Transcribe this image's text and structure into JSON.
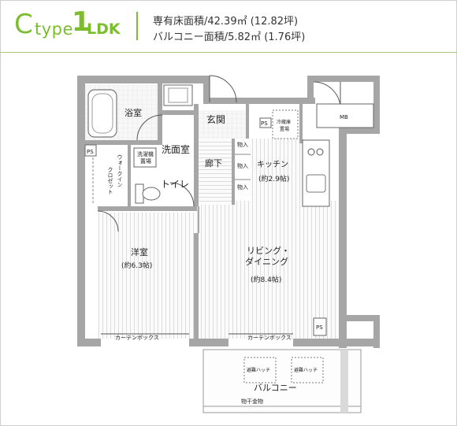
{
  "header": {
    "type_prefix": "C",
    "type_word": "type",
    "type_number": "1",
    "type_layout": "LDK",
    "area_private": "専有床面積/42.39㎡ (12.82坪)",
    "area_balcony": "バルコニー面積/5.82㎡ (1.76坪)"
  },
  "rooms": {
    "bath": "浴室",
    "washroom": "洗面室",
    "washer_place_1": "洗濯機",
    "washer_place_2": "置場",
    "toilet": "トイレ",
    "walk_in_closet": "ウォークイン",
    "closet": "クロゼット",
    "entrance": "玄関",
    "hallway": "廊下",
    "storage_1": "物入",
    "storage_2": "物入",
    "storage_3": "物入",
    "kitchen": "キッチン",
    "kitchen_size": "(約2.9帖)",
    "western_room": "洋室",
    "western_room_size": "(約6.3帖)",
    "living_dining_1": "リビング・",
    "living_dining_2": "ダイニング",
    "living_dining_size": "(約8.4帖)",
    "balcony": "バルコニー",
    "shoe_box_1": "冷蔵庫",
    "shoe_box_2": "置場"
  },
  "labels": {
    "ps_1": "PS",
    "ps_2": "PS",
    "ps_3": "PS",
    "mb": "MB",
    "curtain_box_1": "カーテンボックス",
    "curtain_box_2": "カーテンボックス",
    "escape_hatch_1": "避難ハッチ",
    "escape_hatch_2": "避難ハッチ",
    "drying_rack": "物干金物"
  },
  "colors": {
    "accent": "#7bbd2d",
    "wall": "#a6a6a6",
    "floor_line": "#d6d6d6"
  }
}
